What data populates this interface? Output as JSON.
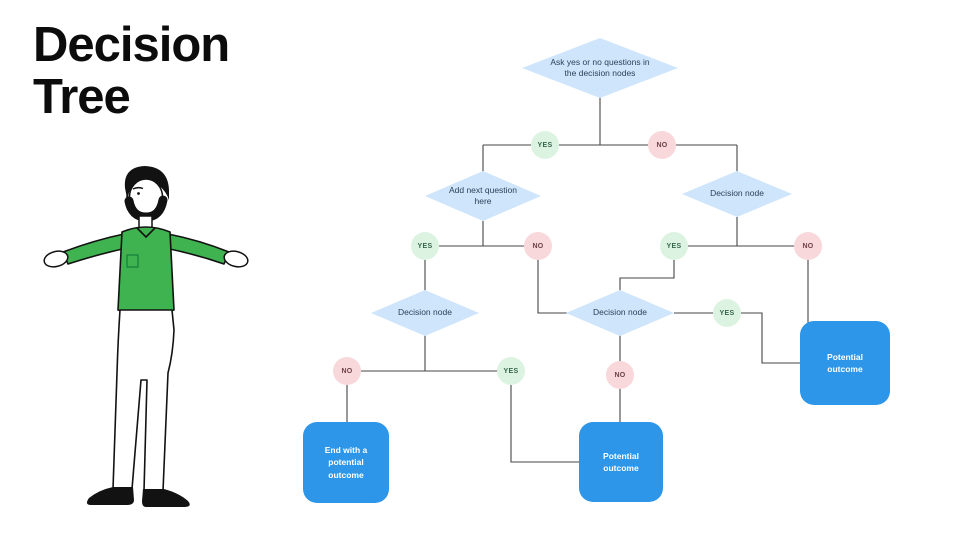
{
  "title": {
    "line1": "Decision",
    "line2": "Tree"
  },
  "illustration": {
    "description": "Man with beard in green shirt and white trousers, arms open"
  },
  "colors": {
    "background": "#ffffff",
    "title_text": "#0c0c0c",
    "diamond_fill": "#cfe5fb",
    "diamond_text": "#2c4258",
    "yes_fill": "#ddf3e1",
    "yes_text": "#35664a",
    "no_fill": "#f9d8db",
    "no_text": "#6d4049",
    "outcome_fill": "#2e96e9",
    "outcome_text": "#ffffff",
    "connector": "#454545",
    "shirt_green": "#3eb34f"
  },
  "flowchart": {
    "diamonds": [
      {
        "label": "Ask yes or no questions in the decision nodes"
      },
      {
        "label": "Add next question here"
      },
      {
        "label": "Decision node"
      },
      {
        "label": "Decision node"
      },
      {
        "label": "Decision node"
      }
    ],
    "badges": [
      {
        "label": "YES",
        "type": "yes"
      },
      {
        "label": "NO",
        "type": "no"
      },
      {
        "label": "YES",
        "type": "yes"
      },
      {
        "label": "NO",
        "type": "no"
      },
      {
        "label": "YES",
        "type": "yes"
      },
      {
        "label": "NO",
        "type": "no"
      },
      {
        "label": "YES",
        "type": "yes"
      },
      {
        "label": "NO",
        "type": "no"
      },
      {
        "label": "NO",
        "type": "no"
      },
      {
        "label": "YES",
        "type": "yes"
      }
    ],
    "outcomes": [
      {
        "label": "End with a potential outcome"
      },
      {
        "label": "Potential outcome"
      },
      {
        "label": "Potential outcome"
      }
    ]
  }
}
